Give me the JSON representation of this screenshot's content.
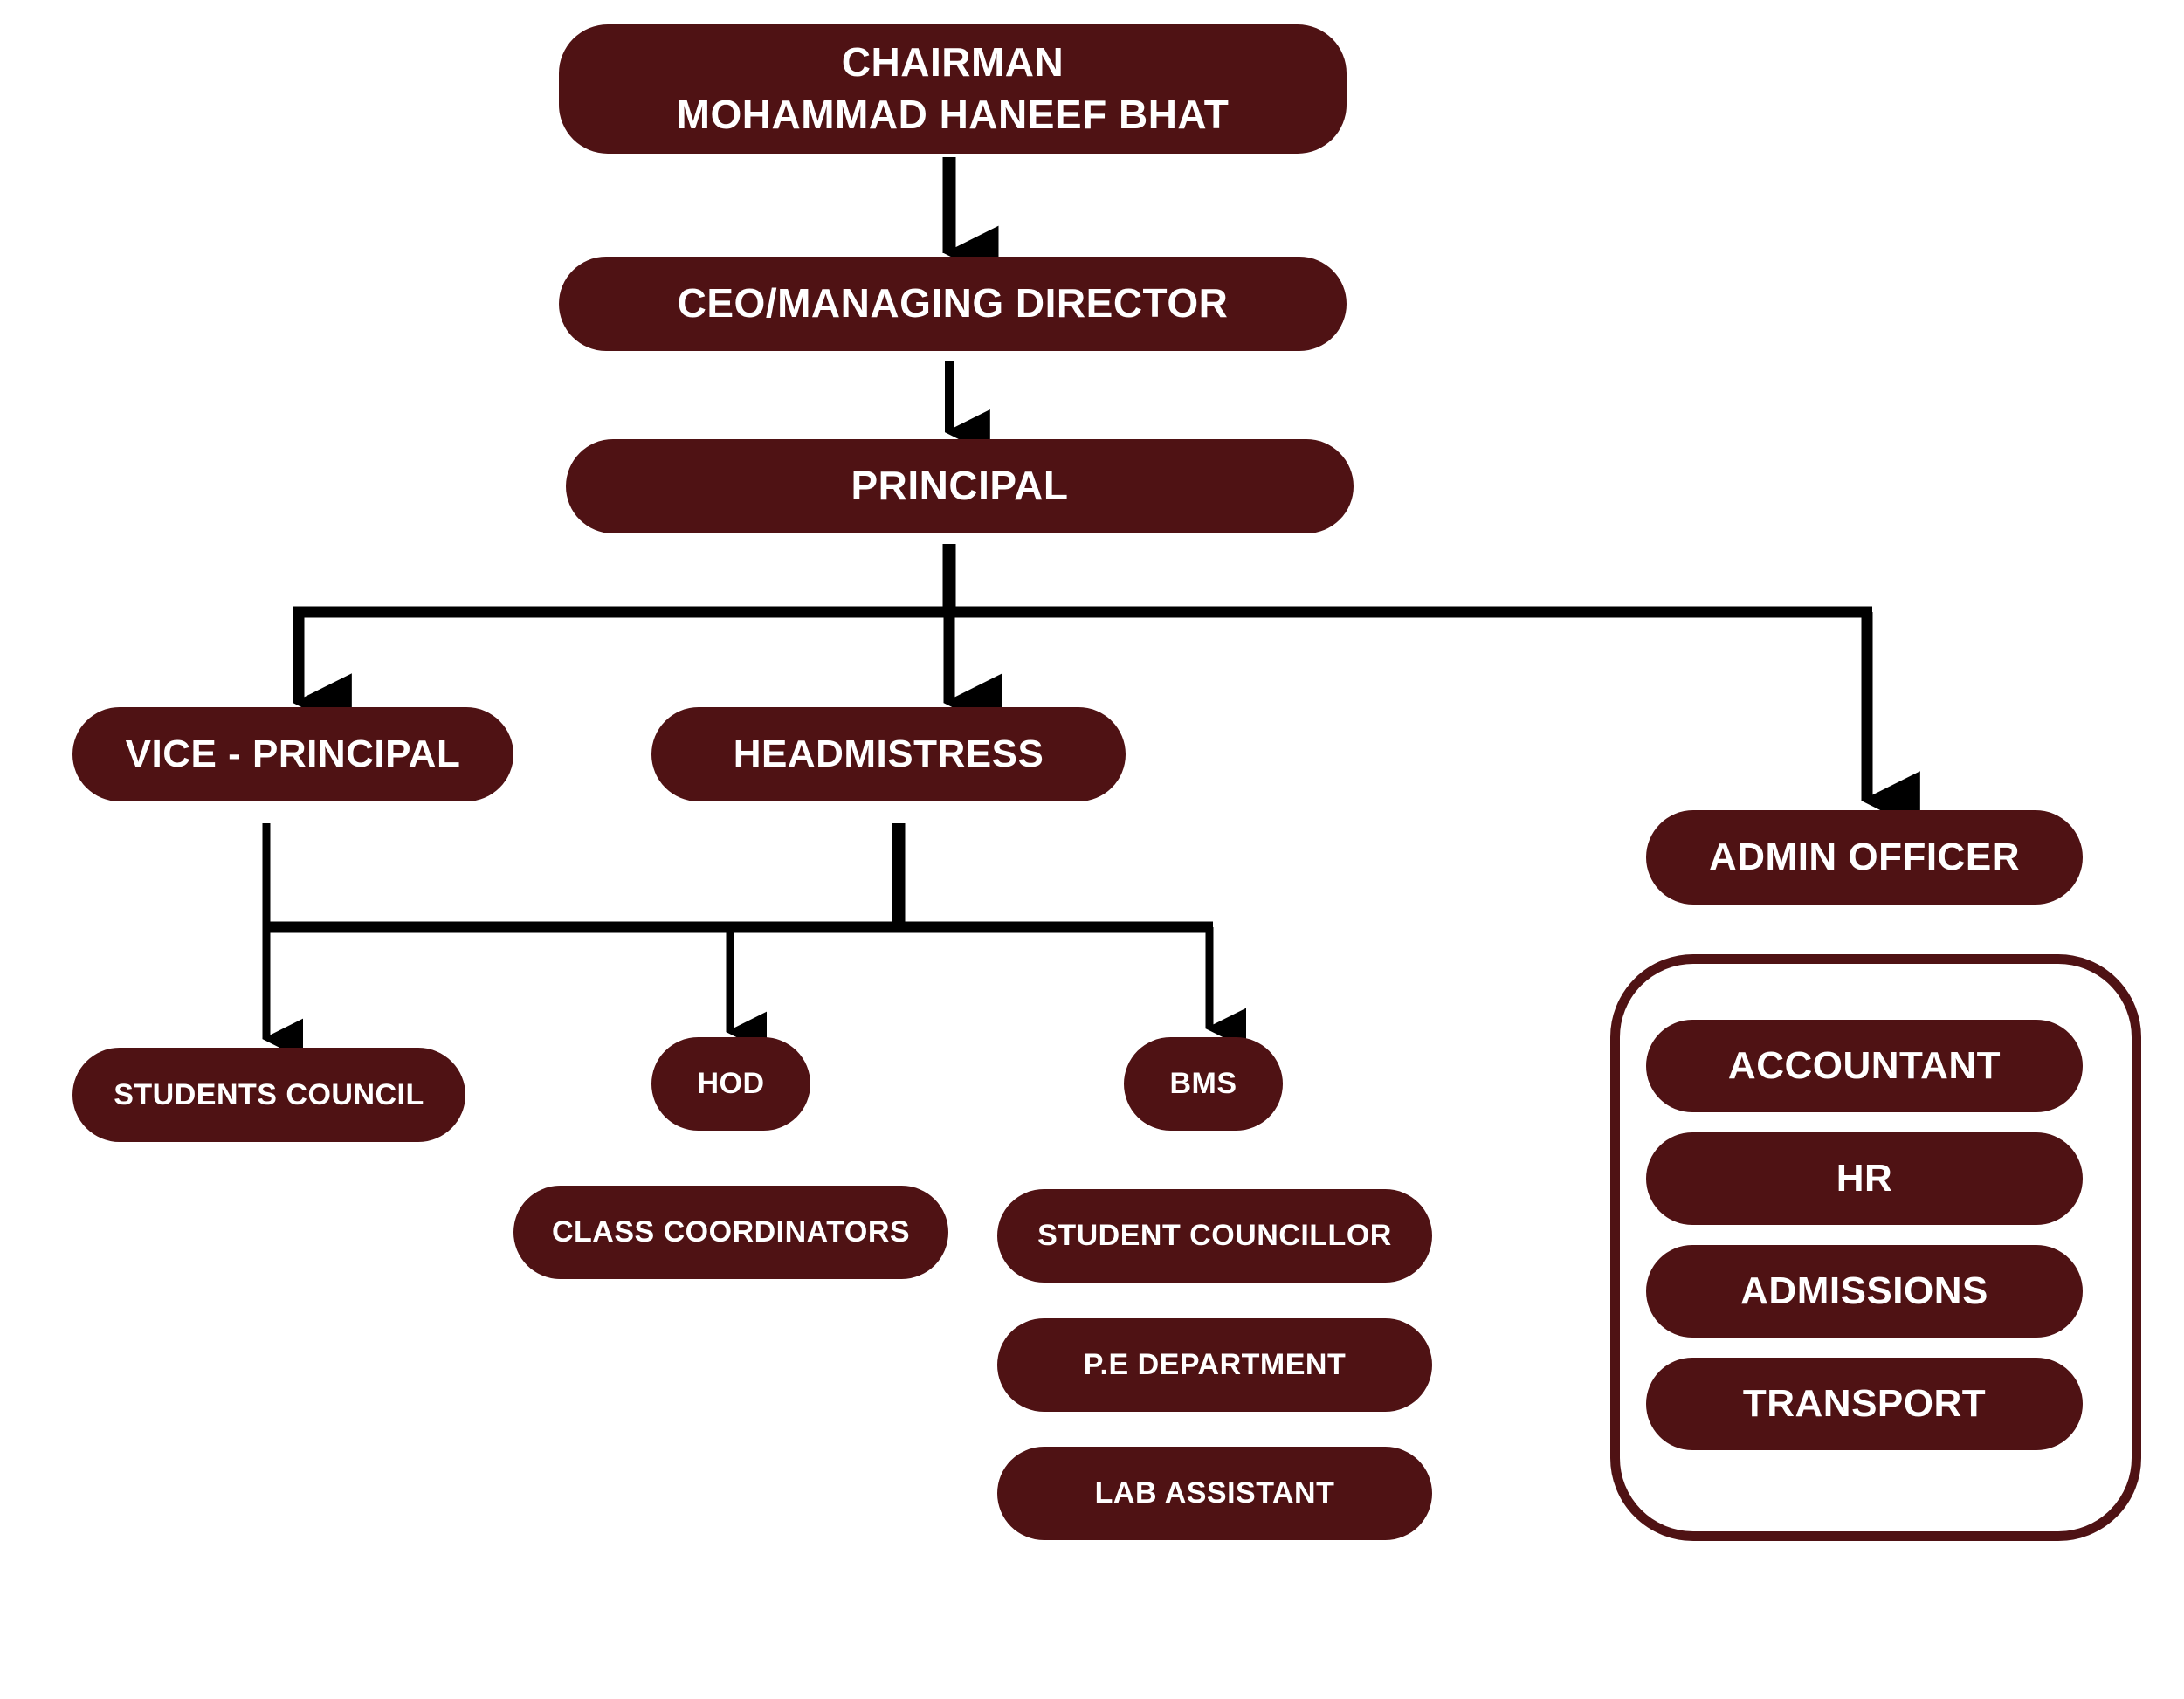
{
  "colors": {
    "node_fill": "#4f1214",
    "node_text": "#ffffff",
    "connector": "#000000"
  },
  "nodes": {
    "chairman": {
      "title": "CHAIRMAN",
      "name": "MOHAMMAD HANEEF BHAT"
    },
    "ceo": "CEO/MANAGING DIRECTOR",
    "principal": "PRINCIPAL",
    "vice_principal": "VICE - PRINCIPAL",
    "headmistress": "HEADMISTRESS",
    "admin_officer": "ADMIN OFFICER",
    "students_council": "STUDENTS COUNCIL",
    "hod": "HOD",
    "bms": "BMS",
    "class_coordinators": "CLASS COORDINATORS",
    "student_councillor": "STUDENT COUNCILLOR",
    "pe_department": "P.E DEPARTMENT",
    "lab_assistant": "LAB ASSISTANT",
    "admin_staff": {
      "accountant": "ACCOUNTANT",
      "hr": "HR",
      "admissions": "ADMISSIONS",
      "transport": "TRANSPORT"
    }
  }
}
